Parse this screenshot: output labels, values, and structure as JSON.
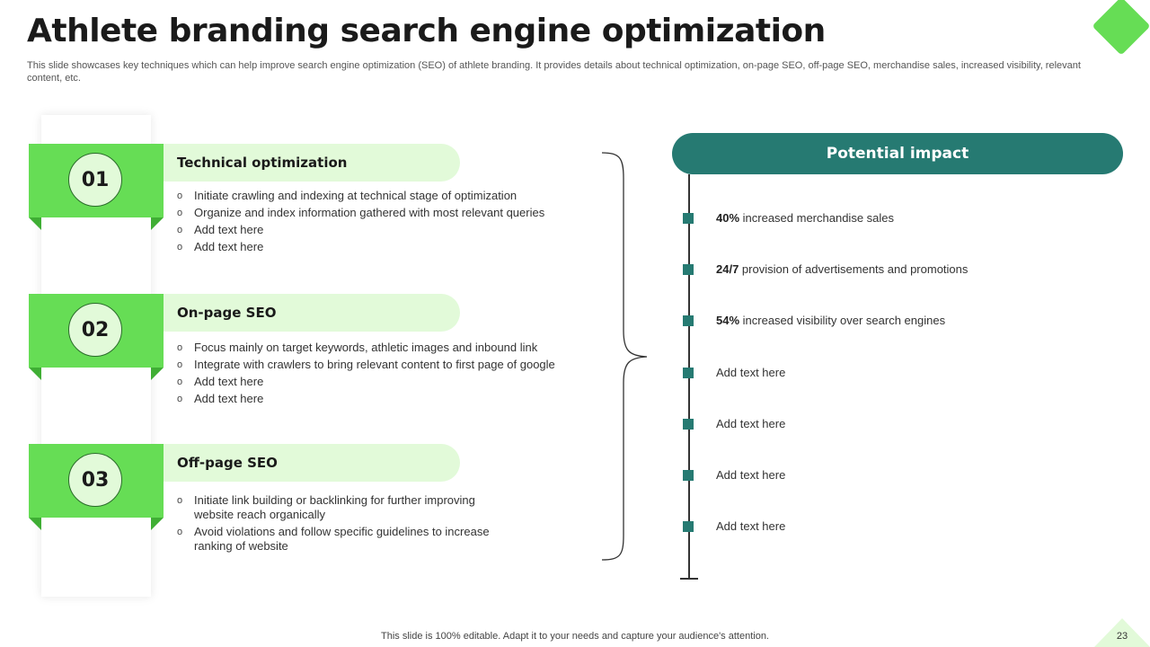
{
  "slide": {
    "title": "Athlete branding search engine optimization",
    "subtitle": "This slide showcases key techniques which can help improve search engine optimization (SEO) of athlete branding. It provides details about technical optimization, on-page SEO, off-page SEO,  merchandise sales, increased visibility, relevant content, etc.",
    "footer": "This slide is 100% editable. Adapt it to your needs and capture your audience's attention.",
    "page_number": "23"
  },
  "techniques": [
    {
      "number": "01",
      "heading": "Technical optimization",
      "bullets": [
        "Initiate crawling and indexing at technical stage of optimization",
        "Organize and index information  gathered with most relevant  queries",
        "Add text here",
        "Add text here"
      ]
    },
    {
      "number": "02",
      "heading": "On-page SEO",
      "bullets": [
        "Focus mainly on target keywords, athletic images and inbound link",
        "Integrate with crawlers to bring relevant  content to first page of google",
        "Add text here",
        "Add text here"
      ]
    },
    {
      "number": "03",
      "heading": "Off-page SEO",
      "bullets": [
        "Initiate link building or backlinking for further improving website reach organically",
        "Avoid violations and follow specific guidelines to increase ranking of website"
      ]
    }
  ],
  "impact": {
    "header": "Potential impact",
    "items": [
      {
        "highlight": "40%",
        "text": " increased merchandise  sales"
      },
      {
        "highlight": "24/7",
        "text": " provision  of advertisements  and promotions"
      },
      {
        "highlight": "54%",
        "text": " increased visibility over search engines"
      },
      {
        "highlight": "",
        "text": "Add text here"
      },
      {
        "highlight": "",
        "text": "Add text here"
      },
      {
        "highlight": "",
        "text": "Add text here"
      },
      {
        "highlight": "",
        "text": "Add text here"
      }
    ]
  },
  "colors": {
    "accent_green": "#66dd55",
    "light_green": "#e2fad9",
    "teal": "#267a72"
  },
  "icons": {
    "corner_decoration": "green-diamond",
    "bullet_marker": "hollow-circle",
    "impact_marker": "teal-square"
  }
}
